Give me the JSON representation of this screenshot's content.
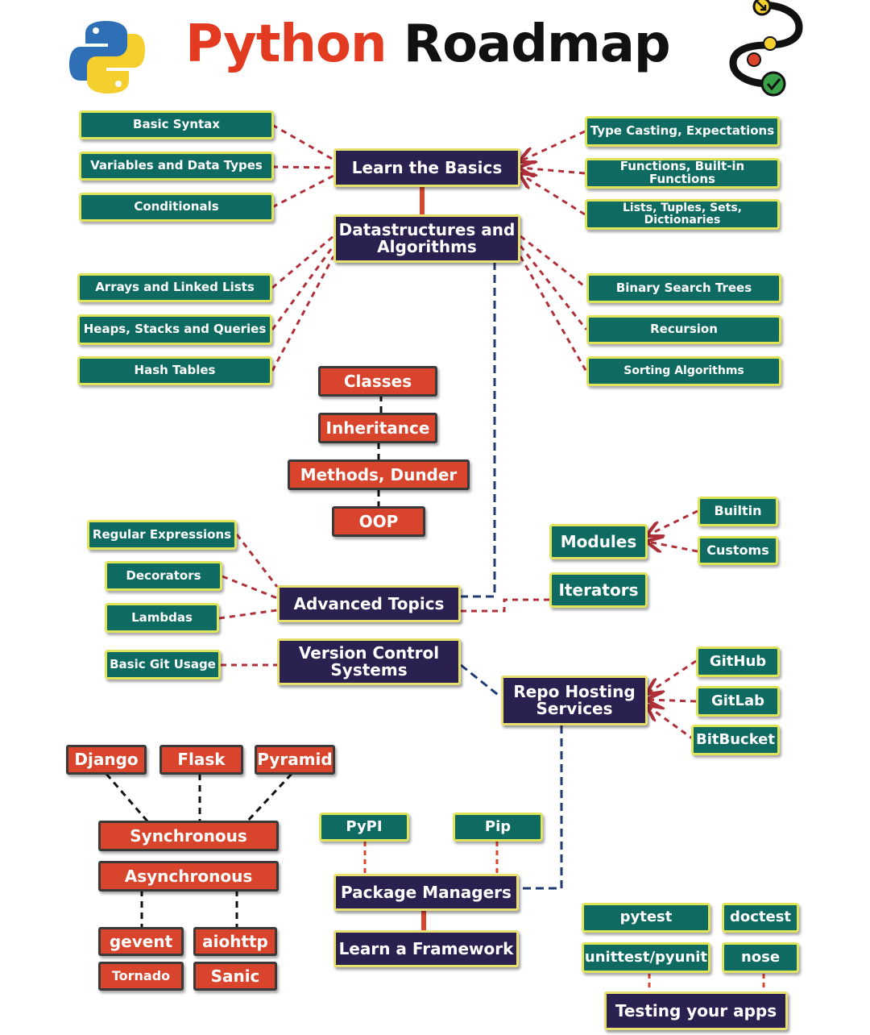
{
  "header": {
    "title_part1": "Python",
    "title_part2": "Roadmap"
  },
  "icons": {
    "logo": "python-logo-icon",
    "roadmap": "roadmap-chain-icon"
  },
  "colors": {
    "green_node": "#0f6a62",
    "dark_node": "#2a2150",
    "red_node": "#d9442c",
    "node_border_yellow": "#dfe45a",
    "connector_red": "#b0303a",
    "connector_navy": "#1f3b73",
    "title_red": "#e23b22",
    "title_black": "#111111"
  },
  "nodes": {
    "basic_syntax": "Basic Syntax",
    "variables": "Variables and Data Types",
    "conditionals": "Conditionals",
    "learn_basics": "Learn the Basics",
    "type_casting": "Type Casting, Expectations",
    "functions": "Functions, Built-in Functions",
    "lists_tuples": "Lists, Tuples, Sets, Dictionaries",
    "dsa": "Datastructures and Algorithms",
    "arrays": "Arrays and Linked Lists",
    "heaps": "Heaps, Stacks and Queries",
    "hash_tables": "Hash Tables",
    "bst": "Binary Search Trees",
    "recursion": "Recursion",
    "sorting": "Sorting Algorithms",
    "classes": "Classes",
    "inheritance": "Inheritance",
    "methods": "Methods, Dunder",
    "oop": "OOP",
    "regex": "Regular Expressions",
    "decorators": "Decorators",
    "lambdas": "Lambdas",
    "advanced": "Advanced Topics",
    "modules": "Modules",
    "builtin": "Builtin",
    "customs": "Customs",
    "iterators": "Iterators",
    "basic_git": "Basic Git Usage",
    "vcs": "Version Control Systems",
    "repo_hosting": "Repo Hosting Services",
    "github": "GitHub",
    "gitlab": "GitLab",
    "bitbucket": "BitBucket",
    "django": "Django",
    "flask": "Flask",
    "pyramid": "Pyramid",
    "synchronous": "Synchronous",
    "asynchronous": "Asynchronous",
    "gevent": "gevent",
    "aiohttp": "aiohttp",
    "tornado": "Tornado",
    "sanic": "Sanic",
    "pypi": "PyPI",
    "pip": "Pip",
    "package_managers": "Package Managers",
    "learn_framework": "Learn a Framework",
    "pytest": "pytest",
    "doctest": "doctest",
    "unittest": "unittest/pyunit",
    "nose": "nose",
    "testing": "Testing your apps"
  }
}
